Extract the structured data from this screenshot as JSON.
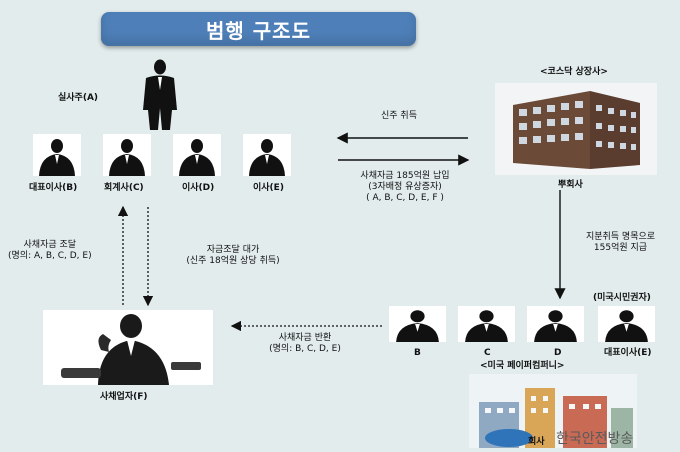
{
  "title": "범행 구조도",
  "beneficial_owner": "실사주(A)",
  "executives": [
    {
      "label": "대표이사(B)"
    },
    {
      "label": "회계사(C)"
    },
    {
      "label": "이사(D)"
    },
    {
      "label": "이사(E)"
    }
  ],
  "listed_company": {
    "caption": "<코스닥 상장사>",
    "name": "뿌회사"
  },
  "arrow_new_shares": "신주 취득",
  "arrow_payment": {
    "line1": "사채자금 185억원 납입",
    "line2": "(3자배정 유상증자)",
    "line3": "( A, B, C, D, E, F )"
  },
  "arrow_equity": {
    "line1": "지분취득 명목으로",
    "line2": "155억원 지급"
  },
  "arrow_funding": {
    "line1": "사채자금 조달",
    "line2": "(명의: A, B, C, D, E)"
  },
  "arrow_consideration": {
    "line1": "자금조달 대가",
    "line2": "(신주 18억원 상당 취득)"
  },
  "arrow_repayment": {
    "line1": "사채자금 반환",
    "line2": "(명의: B, C, D, E)"
  },
  "lender": "사채업자(F)",
  "us_persons": [
    {
      "label": "B"
    },
    {
      "label": "C"
    },
    {
      "label": "D"
    },
    {
      "label": "대표이사(E)"
    }
  ],
  "us_citizen_tag": "(미국시민권자)",
  "us_paper_company": "<미국 페이퍼컴퍼니>",
  "us_company_name": "회사",
  "watermark": "한국안전방송"
}
